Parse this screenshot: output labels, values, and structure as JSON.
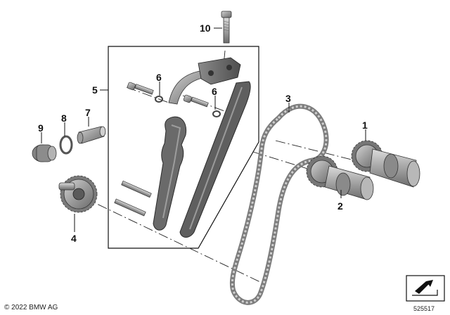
{
  "diagram": {
    "callouts": [
      "1",
      "2",
      "3",
      "4",
      "5",
      "6",
      "6",
      "7",
      "8",
      "9",
      "10"
    ],
    "copyright": "© 2022 BMW AG",
    "part_number": "525517"
  },
  "colors": {
    "part_dark": "#6f6f6f",
    "part_mid": "#9a9a9a",
    "part_light": "#c9c9c9",
    "outline": "#2b2b2b",
    "chain": "#8a8a8a"
  }
}
